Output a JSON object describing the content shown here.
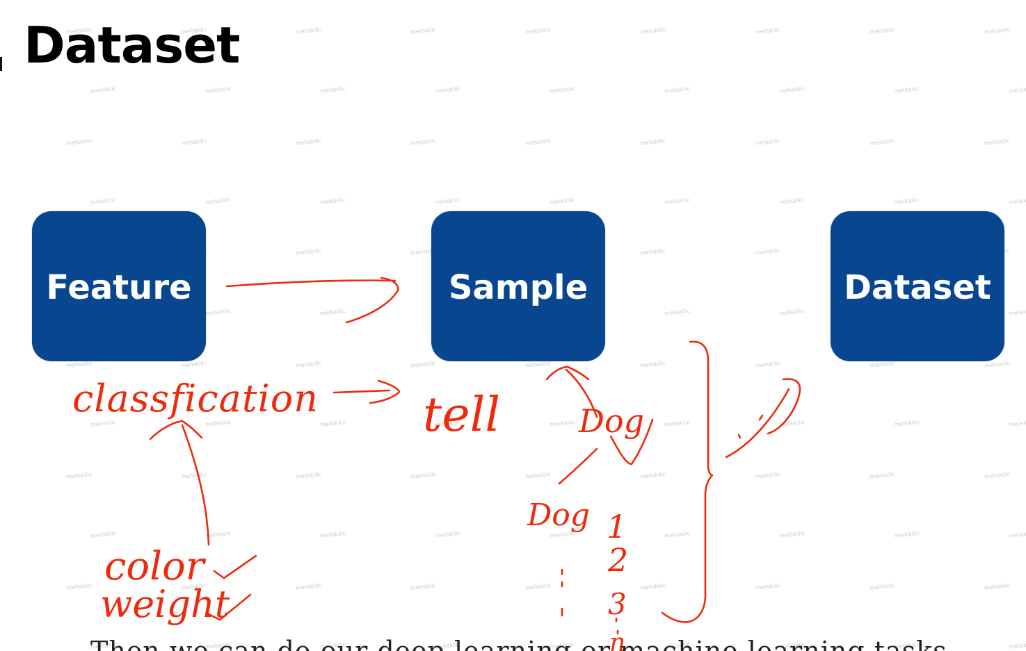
{
  "title": "Dataset",
  "boxes": [
    {
      "id": "feature",
      "label": "Feature"
    },
    {
      "id": "sample",
      "label": "Sample"
    },
    {
      "id": "dataset",
      "label": "Dataset"
    }
  ],
  "colors": {
    "box_fill": "#08468f",
    "box_text": "#ffffff",
    "ink": "#ee2a0c",
    "title": "#000000"
  },
  "handwriting": {
    "classification": "classfication",
    "tell": "tell",
    "dog_upper": "Dog",
    "dog_lower": "Dog",
    "color": "color",
    "weight": "weight",
    "numbers": [
      "1",
      "2",
      "3",
      "n"
    ]
  },
  "watermark_text": "meliskilic",
  "bottom_text": "Then we can do our deep learning or machine learning tasks"
}
